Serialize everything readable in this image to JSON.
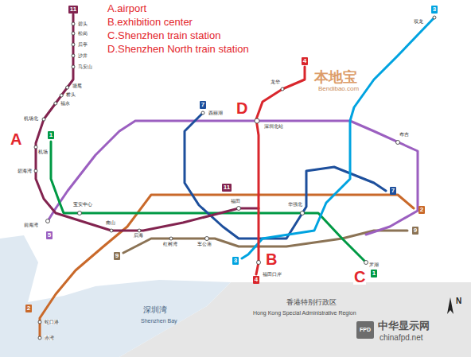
{
  "diagram": {
    "nodes": [
      {
        "text": [
          "11"
        ]
      },
      {
        "text": [
          "11"
        ]
      },
      {
        "text": [
          "4"
        ]
      },
      {
        "text": [
          "4"
        ]
      },
      {
        "text": [
          "3"
        ]
      },
      {
        "text": [
          "3"
        ]
      },
      {
        "text": [
          "7"
        ]
      },
      {
        "text": [
          "7"
        ]
      },
      {
        "text": [
          "1"
        ]
      },
      {
        "text": [
          "1"
        ]
      },
      {
        "text": [
          "5"
        ]
      },
      {
        "text": [
          "2"
        ]
      },
      {
        "text": [
          "2"
        ]
      },
      {
        "text": [
          "9"
        ]
      },
      {
        "text": [
          "9"
        ]
      }
    ],
    "labels": [
      "A.airport",
      "B.exhibition center",
      "C.Shenzhen train station",
      "D.Shenzhen North train station",
      "A",
      "B",
      "C",
      "D",
      "碧头",
      "松岗",
      "后亭",
      "沙井",
      "马安山",
      "塘尾",
      "桥头",
      "福永",
      "机场北",
      "机场",
      "碧海湾",
      "宝安中心",
      "前海湾",
      "蛇口港",
      "赤湾",
      "南山",
      "后海",
      "红树湾",
      "车公庙",
      "福田",
      "华强北",
      "福田口岸",
      "深圳北站",
      "龙华",
      "西丽湖",
      "布吉",
      "双龙",
      "罗湖",
      "本地宝",
      "Bendibao.com",
      "深圳湾",
      "Shenzhen Bay",
      "香港特别行政区",
      "Hong Kong Special Administrative Region",
      "N",
      "FPD",
      "中华显示网",
      "chinafpd.net"
    ]
  }
}
